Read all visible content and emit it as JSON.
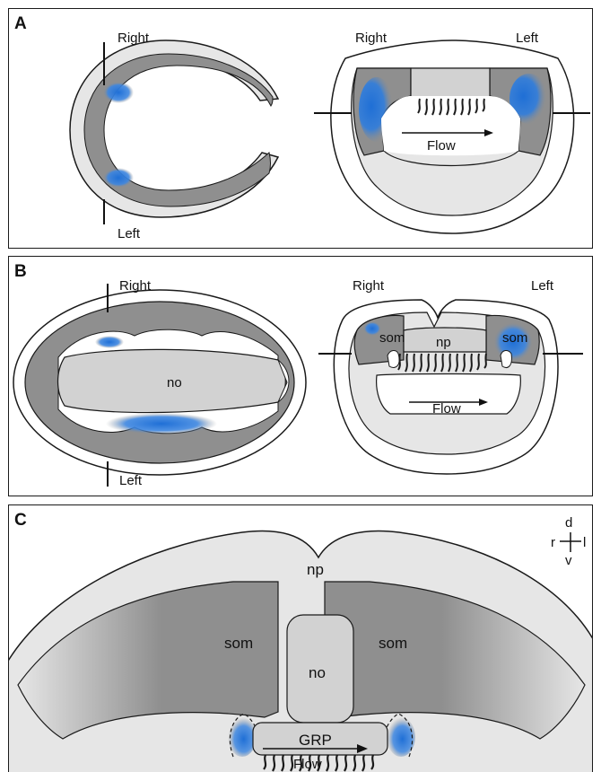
{
  "panel_a": {
    "letter": "A",
    "left_view": {
      "top_label": "Right",
      "bottom_label": "Left"
    },
    "right_view": {
      "left_label": "Right",
      "right_label": "Left",
      "flow_label": "Flow"
    }
  },
  "panel_b": {
    "letter": "B",
    "left_view": {
      "top_label": "Right",
      "bottom_label": "Left",
      "center_label": "no"
    },
    "right_view": {
      "left_label": "Right",
      "right_label": "Left",
      "som_left": "som",
      "som_right": "som",
      "np_label": "np",
      "flow_label": "Flow"
    }
  },
  "panel_c": {
    "letter": "C",
    "np_label": "np",
    "no_label": "no",
    "som_left": "som",
    "som_right": "som",
    "grp_label": "GRP",
    "flow_label": "Flow",
    "axis": {
      "d": "d",
      "r": "r",
      "l": "l",
      "v": "v"
    }
  },
  "colors": {
    "tissue_dark": "#8f8f8f",
    "tissue_light": "#e6e6e6",
    "outline": "#1a1a1a",
    "accent_blue": "#1f6fd6"
  }
}
